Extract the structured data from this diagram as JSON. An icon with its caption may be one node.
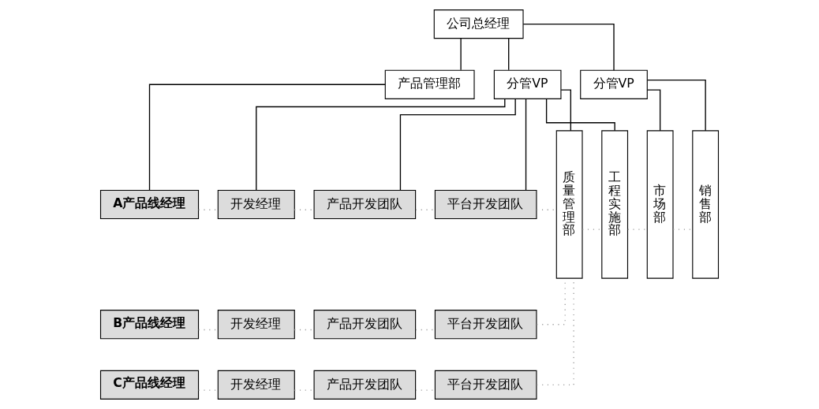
{
  "diagram": {
    "nodes": [
      {
        "text": [
          "公司总经理"
        ]
      },
      {
        "text": [
          "分管VP"
        ]
      },
      {
        "text": [
          "分管VP"
        ]
      },
      {
        "text": [
          "产品管理部"
        ]
      },
      {
        "text": [
          "A产品线经理"
        ]
      },
      {
        "text": [
          "开发经理"
        ]
      },
      {
        "text": [
          "产品开发团队"
        ]
      },
      {
        "text": [
          "平台开发团队"
        ]
      },
      {
        "text": [
          "B产品线经理"
        ]
      },
      {
        "text": [
          "开发经理"
        ]
      },
      {
        "text": [
          "产品开发团队"
        ]
      },
      {
        "text": [
          "平台开发团队"
        ]
      },
      {
        "text": [
          "C产品线经理"
        ]
      },
      {
        "text": [
          "开发经理"
        ]
      },
      {
        "text": [
          "产品开发团队"
        ]
      },
      {
        "text": [
          "平台开发团队"
        ]
      },
      {
        "text": [
          "质量管理部"
        ]
      },
      {
        "text": [
          "工程实施部"
        ]
      },
      {
        "text": [
          "市场部"
        ]
      },
      {
        "text": [
          "销售部"
        ]
      }
    ],
    "edges": [
      {
        "from": 0,
        "to": 3,
        "arrow": "none",
        "color": "#000000"
      },
      {
        "from": 0,
        "to": 1,
        "arrow": "none",
        "color": "#000000"
      },
      {
        "from": 0,
        "to": 2,
        "arrow": "none",
        "color": "#000000"
      },
      {
        "from": 3,
        "to": 4,
        "arrow": "none",
        "color": "#000000"
      },
      {
        "from": 1,
        "to": 5,
        "arrow": "none",
        "color": "#000000"
      },
      {
        "from": 1,
        "to": 6,
        "arrow": "none",
        "color": "#000000"
      },
      {
        "from": 1,
        "to": 7,
        "arrow": "none",
        "color": "#000000"
      },
      {
        "from": 1,
        "to": 16,
        "arrow": "none",
        "color": "#000000"
      },
      {
        "from": 1,
        "to": 17,
        "arrow": "none",
        "color": "#000000"
      },
      {
        "from": 2,
        "to": 18,
        "arrow": "none",
        "color": "#000000"
      },
      {
        "from": 2,
        "to": 19,
        "arrow": "none",
        "color": "#000000"
      },
      {
        "from": 4,
        "to": 5,
        "arrow": "none",
        "style": "dashed",
        "color": "#999999"
      },
      {
        "from": 5,
        "to": 6,
        "arrow": "none",
        "style": "dashed",
        "color": "#999999"
      },
      {
        "from": 6,
        "to": 7,
        "arrow": "none",
        "style": "dashed",
        "color": "#999999"
      },
      {
        "from": 7,
        "to": 16,
        "arrow": "none",
        "style": "dashed",
        "color": "#999999"
      },
      {
        "from": 8,
        "to": 9,
        "arrow": "none",
        "style": "dashed",
        "color": "#999999"
      },
      {
        "from": 9,
        "to": 10,
        "arrow": "none",
        "style": "dashed",
        "color": "#999999"
      },
      {
        "from": 10,
        "to": 11,
        "arrow": "none",
        "style": "dashed",
        "color": "#999999"
      },
      {
        "from": 11,
        "to": 16,
        "arrow": "none",
        "style": "dashed",
        "color": "#999999"
      },
      {
        "from": 12,
        "to": 13,
        "arrow": "none",
        "style": "dashed",
        "color": "#999999"
      },
      {
        "from": 13,
        "to": 14,
        "arrow": "none",
        "style": "dashed",
        "color": "#999999"
      },
      {
        "from": 14,
        "to": 15,
        "arrow": "none",
        "style": "dashed",
        "color": "#999999"
      },
      {
        "from": 15,
        "to": 16,
        "arrow": "none",
        "style": "dashed",
        "color": "#999999"
      },
      {
        "from": 16,
        "to": 17,
        "arrow": "none",
        "style": "dashed",
        "color": "#999999"
      },
      {
        "from": 17,
        "to": 18,
        "arrow": "none",
        "style": "dashed",
        "color": "#999999"
      },
      {
        "from": 18,
        "to": 19,
        "arrow": "none",
        "style": "dashed",
        "color": "#999999"
      }
    ]
  }
}
